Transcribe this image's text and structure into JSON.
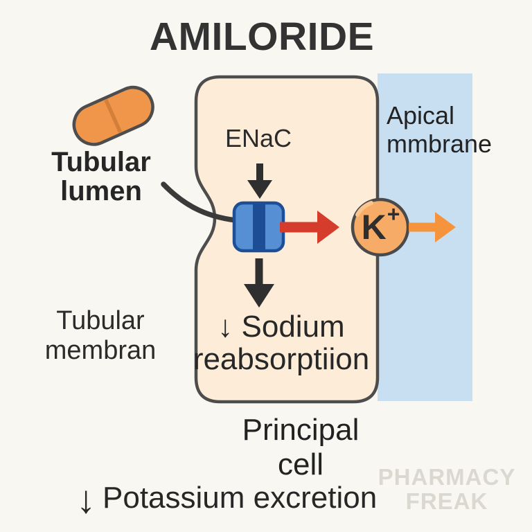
{
  "title": "AMILORIDE",
  "labels": {
    "tubular_lumen": {
      "line1": "Tubular",
      "line2": "lumen"
    },
    "enac": "ENaC",
    "apical_membrane": {
      "line1": "Apical",
      "line2": "mmbrane"
    },
    "tubular_membrane": {
      "line1": "Tubular",
      "line2": "membran"
    },
    "sodium_reabsorption": {
      "line1": "↓ Sodium",
      "line2": "reabsorptiion"
    },
    "principal_cell": {
      "line1": "Principal",
      "line2": "cell"
    },
    "potassium_excretion": {
      "arrow": "↓",
      "text": "Potassium excretion"
    },
    "potassium_ion": {
      "symbol": "K",
      "charge": "+"
    }
  },
  "watermark": {
    "line1": "PHARMACY",
    "line2": "FREAK"
  },
  "icons": {
    "pill": "capsule-pill-icon",
    "enac_channel": "ion-channel-icon",
    "enac_down_arrow": "down-arrow-icon",
    "sodium_down_arrow": "down-arrow-icon",
    "potassium_flow_arrow": "right-arrow-red-icon",
    "potassium_exit_arrow": "right-arrow-orange-icon",
    "lumen_pointer": "curved-pointer-line"
  },
  "colors": {
    "background": "#f9f7f1",
    "cell_fill": "#fcecd8",
    "cell_border": "#4d4d4d",
    "apical_band": "#c8dff1",
    "pill_fill": "#f0964b",
    "pill_score": "#d17f3a",
    "channel_fill": "#568fd3",
    "channel_stripe": "#1d4d94",
    "channel_border": "#1d4f97",
    "ion_fill": "#f6ac67",
    "ion_highlight": "#fbc58b",
    "ion_border": "#4a4a4a",
    "red_arrow": "#d63c2b",
    "orange_arrow": "#f5943d",
    "black_arrow": "#2f2f2f",
    "text": "#2b2b2b",
    "title_text": "#333333",
    "watermark_text": "#dbd8d0"
  }
}
